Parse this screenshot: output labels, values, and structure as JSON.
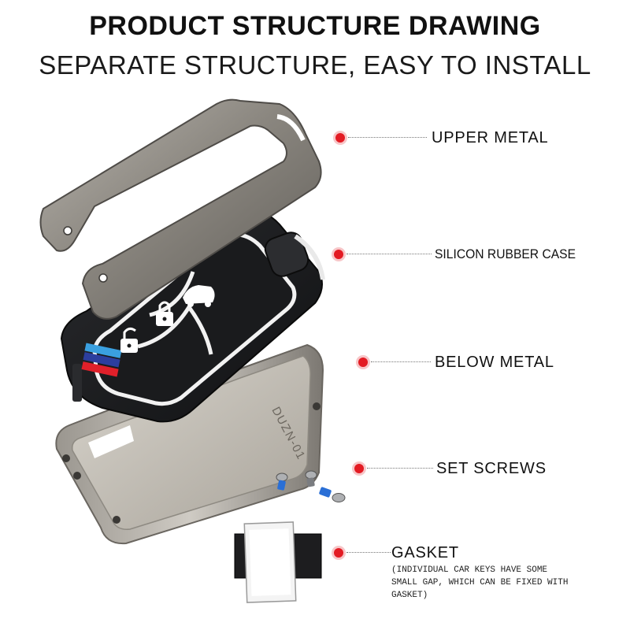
{
  "header": {
    "title": "PRODUCT STRUCTURE DRAWING",
    "subtitle": "SEPARATE STRUCTURE, EASY TO INSTALL"
  },
  "callouts": {
    "upper_metal": "UPPER METAL",
    "silicon_rubber_case": "SILICON RUBBER CASE",
    "below_metal": "BELOW METAL",
    "set_screws": "SET SCREWS",
    "gasket": "GASKET",
    "gasket_note": "(INDIVIDUAL CAR KEYS HAVE SOME SMALL GAP, WHICH CAN BE FIXED WITH GASKET)"
  },
  "engraving": "DUZN-01",
  "colors": {
    "accent_dot": "#e31b23",
    "metal": "#8a867f",
    "rubber": "#1b1c1e",
    "stripe_blue_light": "#3aa0e0",
    "stripe_blue_dark": "#2c3e9e",
    "stripe_red": "#e0202a"
  },
  "icons": [
    "unlock-icon",
    "lock-icon",
    "trunk-icon"
  ]
}
